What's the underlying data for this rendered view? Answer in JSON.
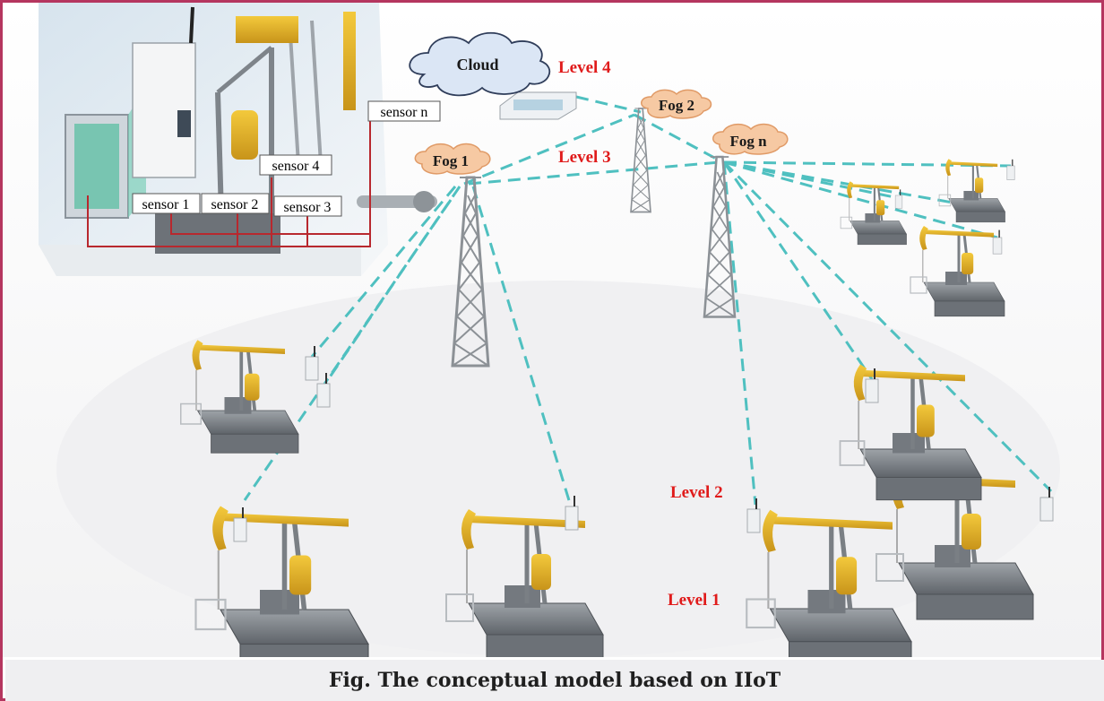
{
  "caption": "Fig. The conceptual model based on IIoT",
  "nodes": {
    "cloud": "Cloud",
    "fog1": "Fog 1",
    "fog2": "Fog 2",
    "fogn": "Fog n"
  },
  "levels": {
    "level4": "Level 4",
    "level3": "Level 3",
    "level2": "Level 2",
    "level1": "Level 1"
  },
  "sensors": {
    "s1": "sensor 1",
    "s2": "sensor 2",
    "s3": "sensor 3",
    "s4": "sensor 4",
    "sn": "sensor n"
  },
  "colors": {
    "frame": "#b5365f",
    "level_text": "#e01b1b",
    "link": "#4fc0c0",
    "wire": "#b8282e",
    "fog_fill": "#f6c9a3",
    "cloud_fill": "#dbe6f5",
    "pump_yellow": "#e9b526",
    "pump_gray": "#7d8288"
  }
}
